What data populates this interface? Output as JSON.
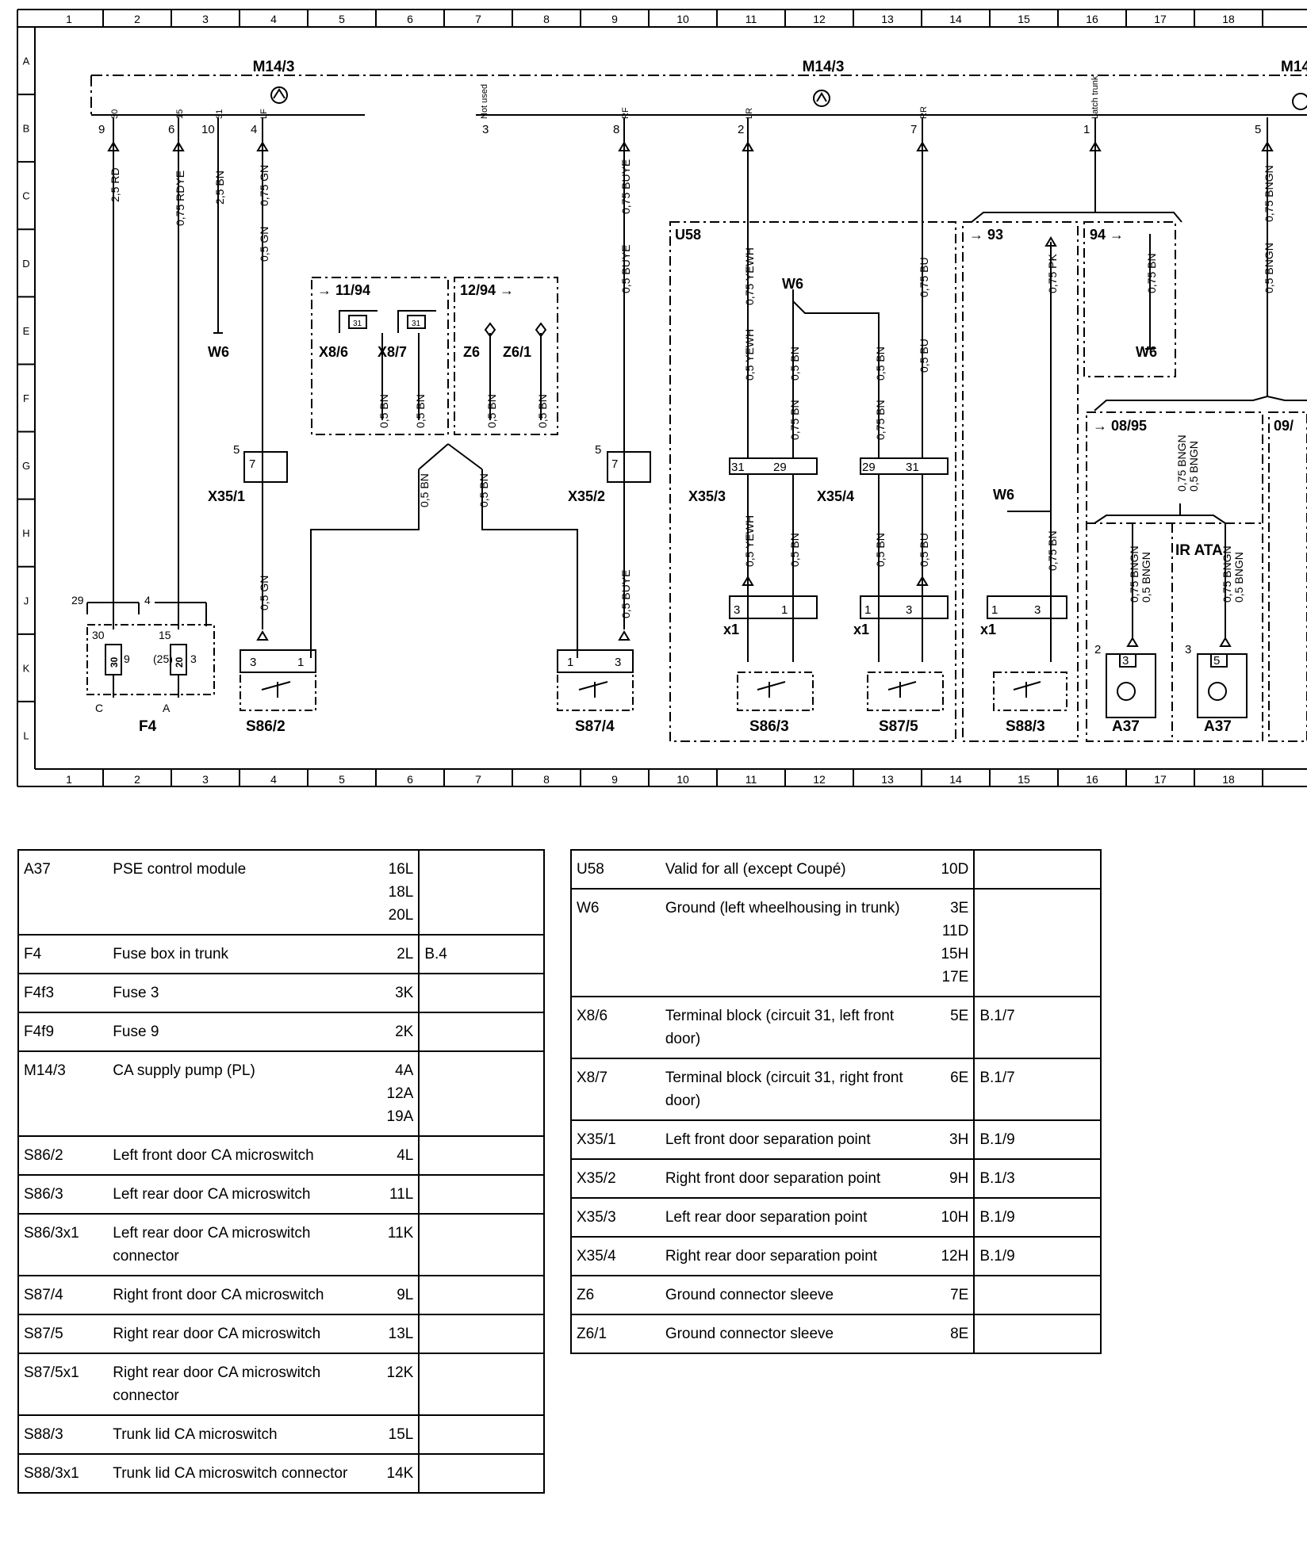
{
  "grid": {
    "columns": [
      "1",
      "2",
      "3",
      "4",
      "5",
      "6",
      "7",
      "8",
      "9",
      "10",
      "11",
      "12",
      "13",
      "14",
      "15",
      "16",
      "17",
      "18"
    ],
    "rows": [
      "A",
      "B",
      "C",
      "D",
      "E",
      "F",
      "G",
      "H",
      "J",
      "K",
      "L"
    ]
  },
  "diagram": {
    "component_labels": {
      "m14_3_left": "M14/3",
      "m14_3_center": "M14/3",
      "m14_3_right": "M14",
      "u58": "U58",
      "w6_a": "W6",
      "w6_b": "W6",
      "w6_c": "W6",
      "w6_d": "W6",
      "x8_6": "X8/6",
      "x8_7": "X8/7",
      "z6": "Z6",
      "z6_1": "Z6/1",
      "x35_1": "X35/1",
      "x35_2": "X35/2",
      "x35_3": "X35/3",
      "x35_4": "X35/4",
      "f4": "F4",
      "s86_2": "S86/2",
      "s87_4": "S87/4",
      "s86_3": "S86/3",
      "s87_5": "S87/5",
      "s88_3": "S88/3",
      "a37_a": "A37",
      "a37_b": "A37",
      "x1_a": "x1",
      "x1_b": "x1",
      "x1_c": "x1",
      "ir_ata": "IR ATA"
    },
    "version_boxes": {
      "v11_94": "→ 11/94",
      "v12_94": "12/94 →",
      "v93": "→ 93",
      "v94": "94 →",
      "v08_95": "→ 08/95",
      "v09": "09/"
    },
    "wire_labels": {
      "w_25rd": "2,5 RD",
      "w_075rdye": "0,75 RDYE",
      "w_25bn": "2,5 BN",
      "w_075gn": "0,75 GN",
      "w_05gn_box": "0,5 GN",
      "w_05gn_low": "0,5 GN",
      "w_075buye": "0,75 BUYE",
      "w_05buye_box": "0,5 BUYE",
      "w_05buye_low": "0,5 BUYE",
      "w_075yewh": "0,75 YEWH",
      "w_05yewh_box": "0,5 YEWH",
      "w_05yewh_low": "0,5 YEWH",
      "w_05bn_box_a": "0,5 BN",
      "w_075bn_a": "0,75 BN",
      "w_05bn_low_a": "0,5 BN",
      "w_05bn_box_b": "0,5 BN",
      "w_075bn_b": "0,75 BN",
      "w_05bn_low_b": "0,5 BN",
      "w_075bu": "0,75 BU",
      "w_05bu_box": "0,5 BU",
      "w_05bu_low": "0,5 BU",
      "w_075pk": "0,75 PK",
      "w_075bn_trunk": "0,75 BN",
      "w_075bn_94": "0,75 BN",
      "w_075bngn": "0,75 BNGN",
      "w_05bngn_box": "0,5 BNGN",
      "w_05bn_x86": "0,5 BN",
      "w_05bn_x87": "0,5 BN",
      "w_05bn_z6": "0,5 BN",
      "w_05bn_z61": "0,5 BN",
      "w_05bn_left_join": "0,5 BN",
      "w_05bn_right_join": "0,5 BN",
      "w_075bngn_a": "0,75 BNGN",
      "w_05bngn_a": "0,5 BNGN",
      "w_075bngn_b": "0,75 BNGN",
      "w_05bngn_b": "0,5 BNGN",
      "w_075bngn_c": "0,75 BNGN",
      "w_05bngn_c": "0,5 BNGN"
    },
    "pin_labels": {
      "p30": "30",
      "p15": "15",
      "p31": "31",
      "plf": "LF",
      "pnotused": "Not used",
      "prf": "RF",
      "plr": "LR",
      "prr": "RR",
      "platch": "Latch trunk",
      "n9": "9",
      "n6": "6",
      "n10": "10",
      "n4": "4",
      "n3": "3",
      "n8": "8",
      "n2": "2",
      "n7": "7",
      "n1": "1",
      "n5": "5"
    },
    "terminal_numbers": {
      "t29": "29",
      "t4": "4",
      "t30": "30",
      "t15": "15",
      "t9": "9",
      "t25": "(25)",
      "t3": "3",
      "tC": "C",
      "tA": "A",
      "fuse30": "30",
      "fuse20": "20",
      "s862_3": "3",
      "s862_1": "1",
      "s874_1": "1",
      "s874_3": "3",
      "x351_5": "5",
      "x351_7": "7",
      "x352_5": "5",
      "x352_7": "7",
      "x353_31": "31",
      "x353_29": "29",
      "x354_29": "29",
      "x354_31": "31",
      "x1a_3": "3",
      "x1a_1": "1",
      "x1b_1": "1",
      "x1b_3": "3",
      "x1c_1": "1",
      "x1c_3": "3",
      "x86_31": "31",
      "x87_31": "31",
      "a37a_2": "2",
      "a37a_3": "3",
      "a37b_3": "3",
      "a37b_5": "5"
    }
  },
  "legend_left": [
    {
      "code": "A37",
      "desc": "PSE control module",
      "loc": "16L\n18L\n20L",
      "ref": ""
    },
    {
      "code": "F4",
      "desc": "Fuse box in trunk",
      "loc": "2L",
      "ref": "B.4"
    },
    {
      "code": "F4f3",
      "desc": "Fuse 3",
      "loc": "3K",
      "ref": ""
    },
    {
      "code": "F4f9",
      "desc": "Fuse 9",
      "loc": "2K",
      "ref": ""
    },
    {
      "code": "M14/3",
      "desc": "CA supply pump (PL)",
      "loc": "4A\n12A\n19A",
      "ref": ""
    },
    {
      "code": "S86/2",
      "desc": "Left front door CA microswitch",
      "loc": "4L",
      "ref": ""
    },
    {
      "code": "S86/3",
      "desc": "Left rear door CA microswitch",
      "loc": "11L",
      "ref": ""
    },
    {
      "code": "S86/3x1",
      "desc": "Left rear door CA microswitch connector",
      "loc": "11K",
      "ref": ""
    },
    {
      "code": "S87/4",
      "desc": "Right front door CA microswitch",
      "loc": "9L",
      "ref": ""
    },
    {
      "code": "S87/5",
      "desc": "Right rear door CA microswitch",
      "loc": "13L",
      "ref": ""
    },
    {
      "code": "S87/5x1",
      "desc": "Right rear door CA microswitch connector",
      "loc": "12K",
      "ref": ""
    },
    {
      "code": "S88/3",
      "desc": "Trunk lid CA microswitch",
      "loc": "15L",
      "ref": ""
    },
    {
      "code": "S88/3x1",
      "desc": "Trunk lid CA microswitch connector",
      "loc": "14K",
      "ref": ""
    }
  ],
  "legend_right": [
    {
      "code": "U58",
      "desc": "Valid for all (except Coupé)",
      "loc": "10D",
      "ref": ""
    },
    {
      "code": "W6",
      "desc": "Ground (left wheelhousing in trunk)",
      "loc": "3E\n11D\n15H\n17E",
      "ref": ""
    },
    {
      "code": "X8/6",
      "desc": "Terminal block (circuit 31, left front door)",
      "loc": "5E",
      "ref": "B.1/7"
    },
    {
      "code": "X8/7",
      "desc": "Terminal block (circuit 31, right front door)",
      "loc": "6E",
      "ref": "B.1/7"
    },
    {
      "code": "X35/1",
      "desc": "Left front door separation point",
      "loc": "3H",
      "ref": "B.1/9"
    },
    {
      "code": "X35/2",
      "desc": "Right front door separation point",
      "loc": "9H",
      "ref": "B.1/3"
    },
    {
      "code": "X35/3",
      "desc": "Left rear door separation point",
      "loc": "10H",
      "ref": "B.1/9"
    },
    {
      "code": "X35/4",
      "desc": "Right rear door separation point",
      "loc": "12H",
      "ref": "B.1/9"
    },
    {
      "code": "Z6",
      "desc": "Ground connector sleeve",
      "loc": "7E",
      "ref": ""
    },
    {
      "code": "Z6/1",
      "desc": "Ground connector sleeve",
      "loc": "8E",
      "ref": ""
    }
  ]
}
